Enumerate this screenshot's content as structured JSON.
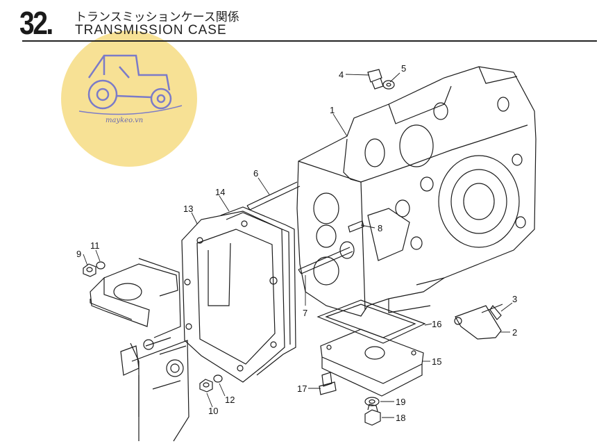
{
  "header": {
    "section_number": "32.",
    "title_jp": "トランスミッションケース関係",
    "title_en": "TRANSMISSION CASE"
  },
  "watermark": {
    "text": "maykeo.vn",
    "icon": "tractor-icon",
    "color": "#f6dc82"
  },
  "callouts": [
    {
      "id": "callout-1",
      "text": "1"
    },
    {
      "id": "callout-2",
      "text": "2"
    },
    {
      "id": "callout-3",
      "text": "3"
    },
    {
      "id": "callout-4",
      "text": "4"
    },
    {
      "id": "callout-5",
      "text": "5"
    },
    {
      "id": "callout-6",
      "text": "6"
    },
    {
      "id": "callout-7",
      "text": "7"
    },
    {
      "id": "callout-8",
      "text": "8"
    },
    {
      "id": "callout-9",
      "text": "9"
    },
    {
      "id": "callout-10",
      "text": "10"
    },
    {
      "id": "callout-11",
      "text": "11"
    },
    {
      "id": "callout-12",
      "text": "12"
    },
    {
      "id": "callout-13",
      "text": "13"
    },
    {
      "id": "callout-14",
      "text": "14"
    },
    {
      "id": "callout-15",
      "text": "15"
    },
    {
      "id": "callout-16",
      "text": "16"
    },
    {
      "id": "callout-17",
      "text": "17"
    },
    {
      "id": "callout-18",
      "text": "18"
    },
    {
      "id": "callout-19",
      "text": "19"
    }
  ]
}
